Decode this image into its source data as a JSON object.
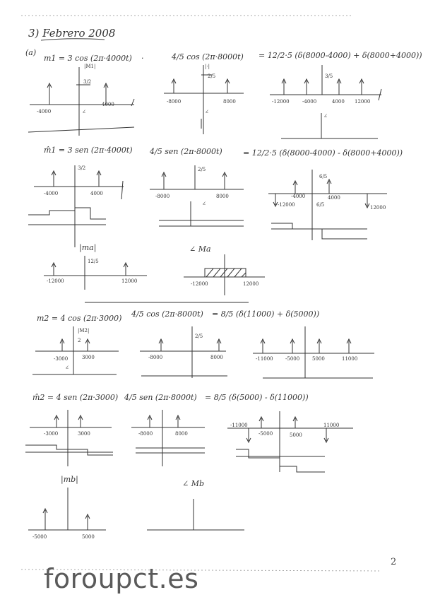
{
  "header": {
    "title": "3) Febrero 2008",
    "part": "(a)"
  },
  "row1": {
    "eq1": "m1 = 3 cos (2π·4000t)",
    "eq2": "4/5 cos (2π·8000t)",
    "eq3": "= 12/2·5 (δ(8000-4000) + δ(8000+4000))",
    "p1_label": "|M1|",
    "p1_amp": "3/2",
    "p1_neg": "-4000",
    "p1_pos": "4000",
    "p1_phase": "∠",
    "p2_label": "|·|",
    "p2_amp": "2/5",
    "p2_neg": "-8000",
    "p2_pos": "8000",
    "p2_phase": "∠",
    "p3_amp": "3/5",
    "p3_t1": "-12000",
    "p3_t2": "-4000",
    "p3_t3": "4000",
    "p3_t4": "12000",
    "p3_phase": "∠"
  },
  "row2": {
    "eq1": "m̂1 = 3 sen (2π·4000t)",
    "eq2": "4/5 sen (2π·8000t)",
    "eq3": "= 12/2·5 (δ(8000-4000) - δ(8000+4000))",
    "p1_amp": "3/2",
    "p1_neg": "-4000",
    "p1_pos": "4000",
    "p2_amp": "2/5",
    "p2_neg": "-8000",
    "p2_pos": "8000",
    "p3_amp_top": "6/5",
    "p3_amp_bot": "6/5",
    "p3_t1": "-12000",
    "p3_t2": "-4000",
    "p3_t3": "4000",
    "p3_t4": "12000",
    "phase": "∠"
  },
  "row3": {
    "label_mag": "|ma|",
    "label_phase": "∠ Ma",
    "amp": "12/5",
    "neg": "-12000",
    "pos": "12000",
    "ph_neg": "-12000",
    "ph_pos": "12000"
  },
  "row4": {
    "eq1": "m2 = 4 cos (2π·3000)",
    "eq2": "4/5 cos (2π·8000t)",
    "eq3": "= 8/5 (δ(11000) + δ(5000))",
    "p1_label": "|M2|",
    "p1_amp": "2",
    "p1_neg": "-3000",
    "p1_pos": "3000",
    "p2_amp": "2/5",
    "p2_neg": "-8000",
    "p2_pos": "8000",
    "p3_t1": "-11000",
    "p3_t2": "-5000",
    "p3_t3": "5000",
    "p3_t4": "11000",
    "phase": "∠"
  },
  "row5": {
    "eq1": "m̂2 = 4 sen (2π·3000)",
    "eq2": "4/5 sen (2π·8000t)",
    "eq3": "= 8/5 (δ(5000) - δ(11000))",
    "p1_neg": "-3000",
    "p1_pos": "3000",
    "p2_neg": "-8000",
    "p2_pos": "8000",
    "p3_t1": "-11000",
    "p3_t2": "-5000",
    "p3_t3": "5000",
    "p3_t4": "11000"
  },
  "row6": {
    "label_mag": "|mb|",
    "label_phase": "∠ Mb",
    "neg": "-5000",
    "pos": "5000"
  },
  "footer": {
    "watermark": "foroupct.es",
    "page_number": "2"
  }
}
